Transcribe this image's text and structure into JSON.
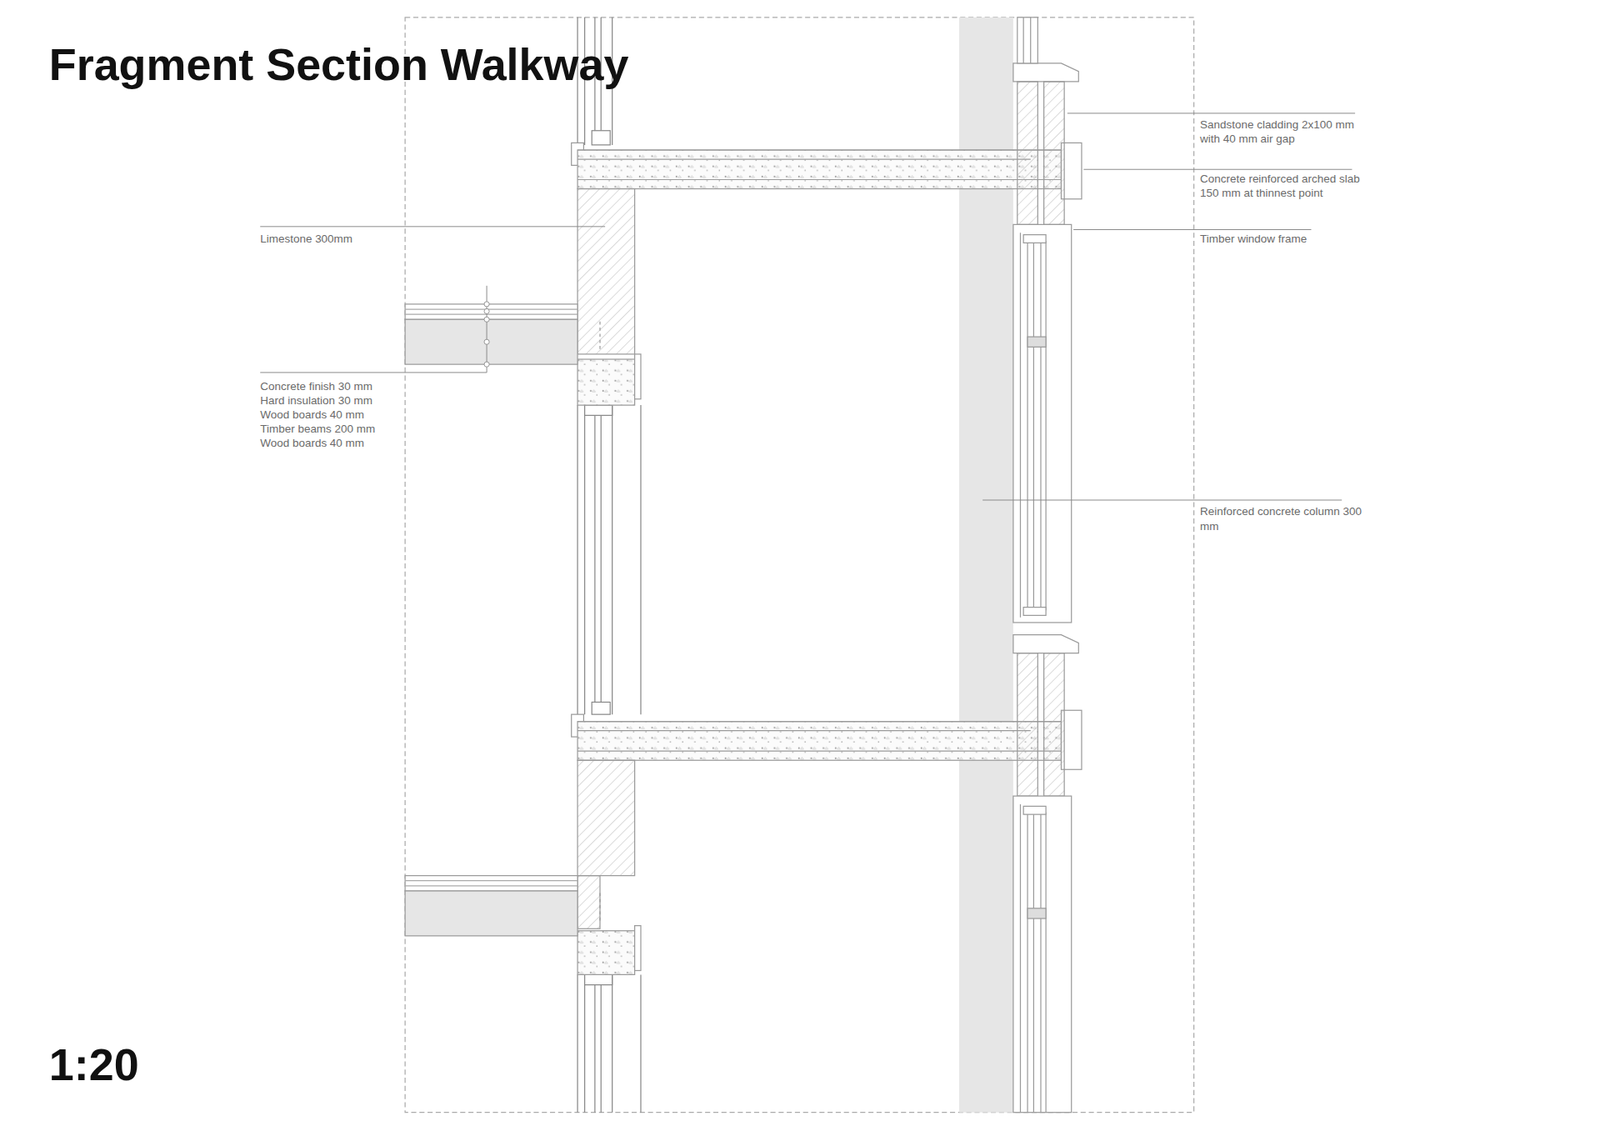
{
  "diagram": {
    "title": "Fragment Section Walkway",
    "labels": [
      "Sandstone cladding 2x100 mm with 40 mm air gap",
      "Concrete reinforced arched slab 150 mm at thinnest point",
      "Timber window frame",
      "Limestone 300mm",
      "Concrete finish 30 mm",
      "Hard insulation 30 mm",
      "Wood boards 40 mm",
      "Timber beams 200 mm",
      "Wood boards 40 mm",
      "Reinforced concrete column 300 mm",
      "1:20"
    ]
  }
}
